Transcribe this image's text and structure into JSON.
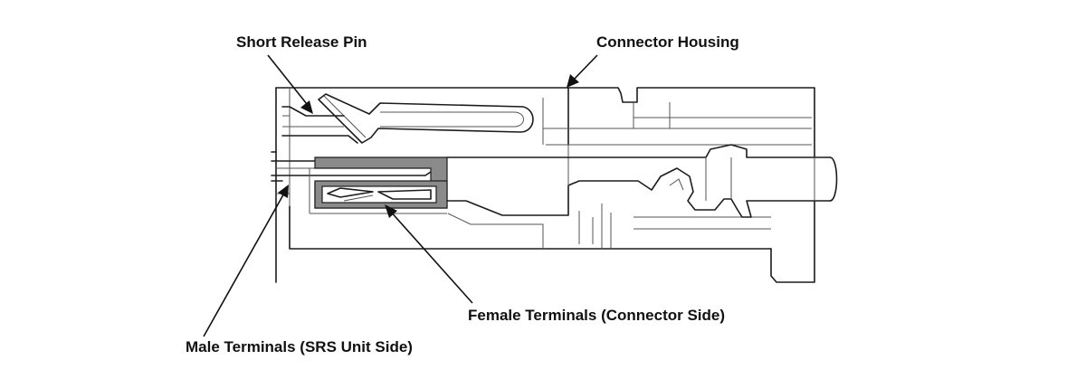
{
  "labels": {
    "short_release_pin": "Short Release Pin",
    "connector_housing": "Connector Housing",
    "female_terminals": "Female Terminals (Connector Side)",
    "male_terminals": "Male Terminals (SRS Unit Side)"
  },
  "colors": {
    "line": "#1c1c1c",
    "terminal_fill": "#8a8a8a",
    "background": "#ffffff"
  }
}
